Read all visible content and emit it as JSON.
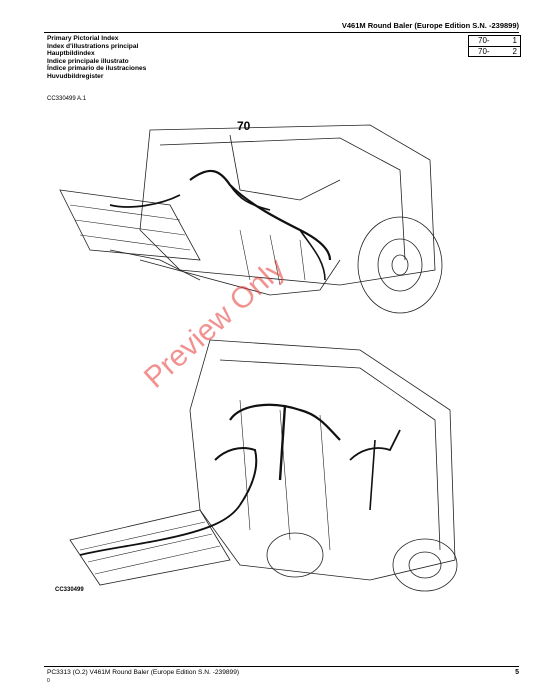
{
  "header": {
    "title": "V461M Round Baler (Europe Edition S.N. -239899)"
  },
  "index": {
    "titles": [
      "Primary Pictorial Index",
      "Index d'illustrations principal",
      "Hauptbildindex",
      "Indice principale illustrato",
      "Índice primario de ilustraciones",
      "Huvudbildregister"
    ],
    "entries": [
      {
        "ref": "70-",
        "page": "1"
      },
      {
        "ref": "70-",
        "page": "2"
      }
    ]
  },
  "code_ref": "CC330499 A.1",
  "figure": {
    "number": "70",
    "code": "CC330499"
  },
  "watermark": "Preview Only",
  "footer": {
    "left": "PC3313   (O.2)    V461M Round Baler (Europe Edition S.N. -239899)",
    "sub": "0",
    "page": "5"
  }
}
